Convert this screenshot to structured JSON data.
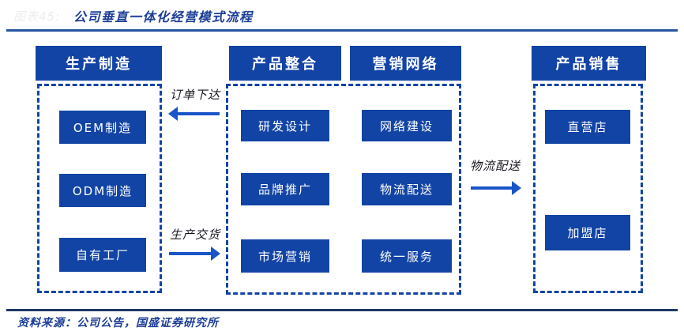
{
  "figure_label": "图表45:",
  "title": "公司垂直一体化经营模式流程",
  "source": "资料来源：公司公告，国盛证券研究所",
  "colors": {
    "box_blue": "#1244a5",
    "arrow_blue": "#1a55c8",
    "rule_navy": "#1f3864",
    "rule_top_blue": "#24549e",
    "title_blue": "#1c3e97"
  },
  "columns": [
    {
      "header": "生产制造",
      "items": [
        "OEM制造",
        "ODM制造",
        "自有工厂"
      ]
    },
    {
      "header": "产品整合",
      "items": [
        "研发设计",
        "品牌推广",
        "市场营销"
      ]
    },
    {
      "header": "营销网络",
      "items": [
        "网络建设",
        "物流配送",
        "统一服务"
      ]
    },
    {
      "header": "产品销售",
      "items": [
        "直营店",
        "加盟店"
      ]
    }
  ],
  "flows": [
    {
      "label": "订单下达",
      "direction": "left"
    },
    {
      "label": "生产交货",
      "direction": "right"
    },
    {
      "label": "物流配送",
      "direction": "right"
    }
  ]
}
